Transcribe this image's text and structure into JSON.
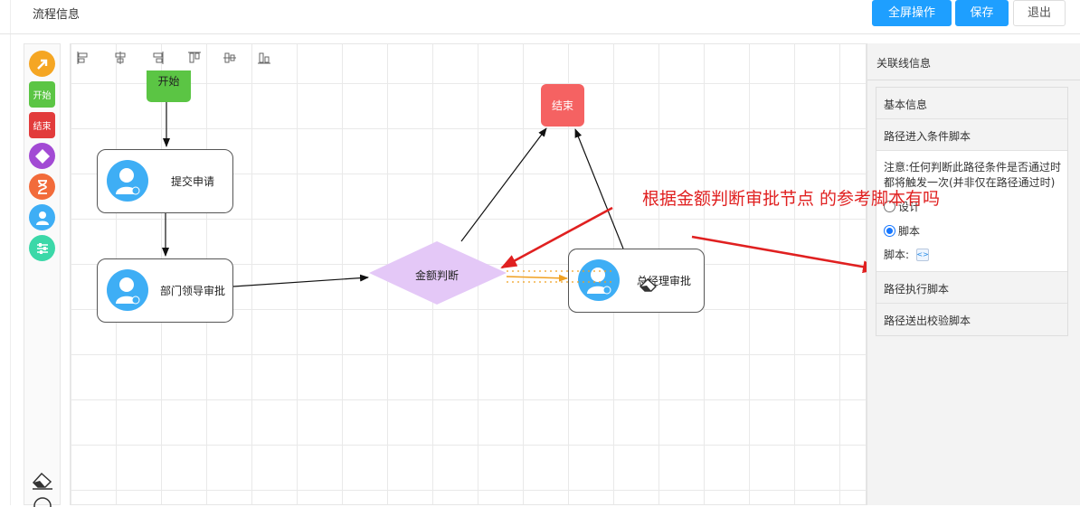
{
  "header": {
    "title": "流程信息",
    "fullscreen_label": "全屏操作",
    "save_label": "保存",
    "exit_label": "退出"
  },
  "palette": {
    "items": [
      {
        "name": "connector-tool",
        "icon": "arrow-icon",
        "color": "#f5a623"
      },
      {
        "name": "start-node-tool",
        "label": "开始",
        "color": "#5bc544"
      },
      {
        "name": "end-node-tool",
        "label": "结束",
        "color": "#e23b3b"
      },
      {
        "name": "decision-node-tool",
        "icon": "diamond-icon",
        "color": "#a24ad4"
      },
      {
        "name": "timer-node-tool",
        "icon": "hourglass-icon",
        "color": "#f26b3a"
      },
      {
        "name": "user-node-tool",
        "icon": "user-icon",
        "color": "#3eaef5"
      },
      {
        "name": "settings-node-tool",
        "icon": "sliders-icon",
        "color": "#3bd8a8"
      }
    ]
  },
  "flow": {
    "start_label": "开始",
    "end_label": "结束",
    "submit_label": "提交申请",
    "dept_label": "部门领导审批",
    "decision_label": "金额判断",
    "gm_label": "总经理审批"
  },
  "panel": {
    "title": "关联线信息",
    "basic_info": "基本信息",
    "enter_script": "路径进入条件脚本",
    "note": "注意:任何判断此路径条件是否通过时都将触发一次(并非仅在路径通过时)",
    "option_design": "设计",
    "option_script": "脚本",
    "script_label": "脚本:",
    "exec_script": "路径执行脚本",
    "validate_script": "路径送出校验脚本"
  },
  "annotation": {
    "text": "根据金额判断审批节点 的参考脚本有吗",
    "color": "#e02020"
  },
  "colors": {
    "primary": "#1e9fff",
    "decision": "#e4c8f7",
    "end": "#f56262",
    "start": "#5bc544"
  }
}
